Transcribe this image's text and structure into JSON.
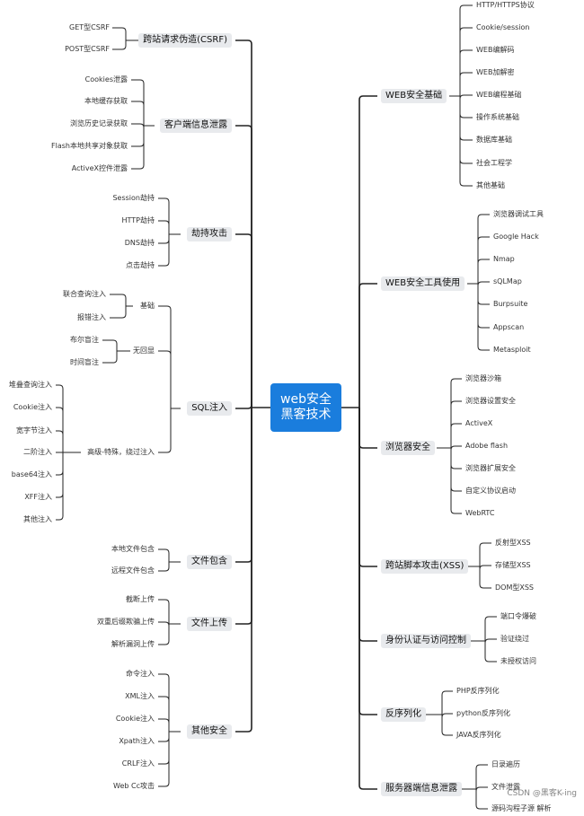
{
  "center": {
    "line1": "web安全",
    "line2": "黑客技术"
  },
  "watermark": "CSDN @黑客K-ing",
  "left": [
    {
      "label": "跨站请求伪造(CSRF)",
      "children": [
        {
          "label": "GET型CSRF"
        },
        {
          "label": "POST型CSRF"
        }
      ]
    },
    {
      "label": "客户端信息泄露",
      "children": [
        {
          "label": "Cookies泄露"
        },
        {
          "label": "本地缓存获取"
        },
        {
          "label": "浏览历史记录获取"
        },
        {
          "label": "Flash本地共享对象获取"
        },
        {
          "label": "ActiveX控件泄露"
        }
      ]
    },
    {
      "label": "劫持攻击",
      "children": [
        {
          "label": "Session劫持"
        },
        {
          "label": "HTTP劫持"
        },
        {
          "label": "DNS劫持"
        },
        {
          "label": "点击劫持"
        }
      ]
    },
    {
      "label": "SQL注入",
      "children": [
        {
          "label": "基础",
          "children": [
            {
              "label": "联合查询注入"
            },
            {
              "label": "报错注入"
            }
          ]
        },
        {
          "label": "无回显",
          "children": [
            {
              "label": "布尔盲注"
            },
            {
              "label": "时间盲注"
            }
          ]
        },
        {
          "label": "高级-特殊，绕过注入",
          "children": [
            {
              "label": "堆叠查询注入"
            },
            {
              "label": "Cookie注入"
            },
            {
              "label": "宽字节注入"
            },
            {
              "label": "二阶注入"
            },
            {
              "label": "base64注入"
            },
            {
              "label": "XFF注入"
            },
            {
              "label": "其他注入"
            }
          ]
        }
      ]
    },
    {
      "label": "文件包含",
      "children": [
        {
          "label": "本地文件包含"
        },
        {
          "label": "远程文件包含"
        }
      ]
    },
    {
      "label": "文件上传",
      "children": [
        {
          "label": "截断上传"
        },
        {
          "label": "双重后缀欺骗上传"
        },
        {
          "label": "解析漏洞上传"
        }
      ]
    },
    {
      "label": "其他安全",
      "children": [
        {
          "label": "命令注入"
        },
        {
          "label": "XML注入"
        },
        {
          "label": "Cookie注入"
        },
        {
          "label": "Xpath注入"
        },
        {
          "label": "CRLF注入"
        },
        {
          "label": "Web Cc攻击"
        }
      ]
    }
  ],
  "right": [
    {
      "label": "WEB安全基础",
      "children": [
        {
          "label": "HTTP/HTTPS协议"
        },
        {
          "label": "Cookie/session"
        },
        {
          "label": "WEB编解码"
        },
        {
          "label": "WEB加解密"
        },
        {
          "label": "WEB编程基础"
        },
        {
          "label": "操作系统基础"
        },
        {
          "label": "数据库基础"
        },
        {
          "label": "社会工程学"
        },
        {
          "label": "其他基础"
        }
      ]
    },
    {
      "label": "WEB安全工具使用",
      "children": [
        {
          "label": "浏览器调试工具"
        },
        {
          "label": "Google Hack"
        },
        {
          "label": "Nmap"
        },
        {
          "label": "sQLMap"
        },
        {
          "label": "Burpsuite"
        },
        {
          "label": "Appscan"
        },
        {
          "label": "Metasploit"
        }
      ]
    },
    {
      "label": "浏览器安全",
      "children": [
        {
          "label": "浏览器沙箱"
        },
        {
          "label": "浏览器设置安全"
        },
        {
          "label": "ActiveX"
        },
        {
          "label": "Adobe flash"
        },
        {
          "label": "浏览器扩展安全"
        },
        {
          "label": "自定义协议启动"
        },
        {
          "label": "WebRTC"
        }
      ]
    },
    {
      "label": "跨站脚本攻击(XSS)",
      "children": [
        {
          "label": "反射型XSS"
        },
        {
          "label": "存储型XSS"
        },
        {
          "label": "DOM型XSS"
        }
      ]
    },
    {
      "label": "身份认证与访问控制",
      "children": [
        {
          "label": "端口令爆破"
        },
        {
          "label": "验证绕过"
        },
        {
          "label": "未授权访问"
        }
      ]
    },
    {
      "label": "反序列化",
      "children": [
        {
          "label": "PHP反序列化"
        },
        {
          "label": "python反序列化"
        },
        {
          "label": "JAVA反序列化"
        }
      ]
    },
    {
      "label": "服务器端信息泄露",
      "children": [
        {
          "label": "日录遍历"
        },
        {
          "label": "文件泄露"
        },
        {
          "label": "源码沟程子源 解析"
        }
      ]
    }
  ]
}
